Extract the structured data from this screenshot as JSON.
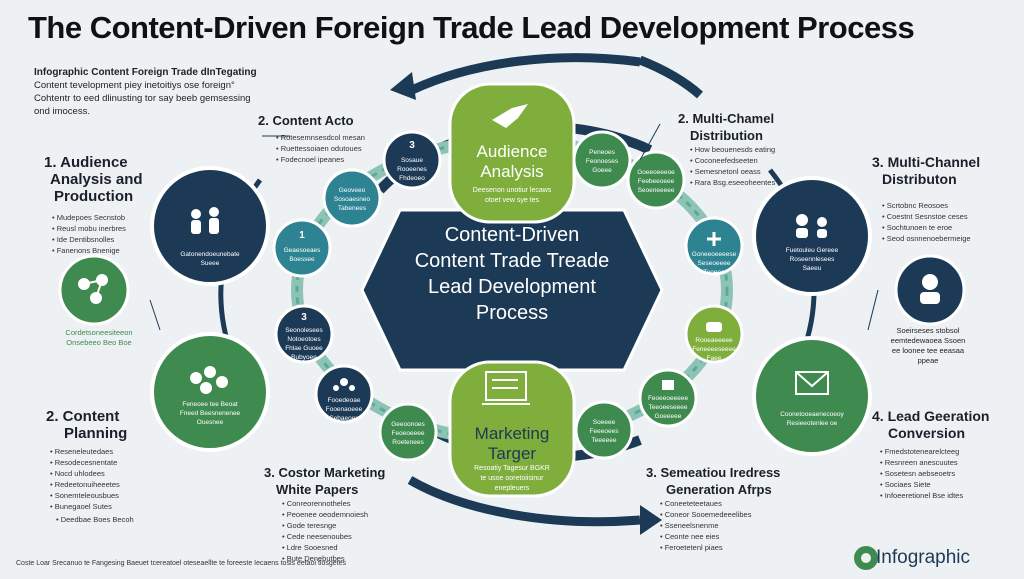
{
  "title": "The Content-Driven Foreign Trade Lead Development Process",
  "intro": {
    "heading": "Infographic Content Foreign Trade dInTegating",
    "lines": [
      "Content tevelopment piey inetoitiys ose foreign°",
      "Cohtentr to eed dlinusting tor say beeb gemsessing",
      "ond imocess."
    ]
  },
  "center": {
    "l1": "Content-Driven",
    "l2": "Content Trade Treade",
    "l3": "Lead Development",
    "l4": "Process"
  },
  "top_pill": {
    "title_l1": "Audience",
    "title_l2": "Analysis",
    "sub_l1": "Deesenon unotiur lecaws",
    "sub_l2": "otoet vew sye tes"
  },
  "bottom_pill": {
    "title_l1": "Marketing",
    "title_l2": "Targer",
    "sub_l1": "Resoatiy Tagesur BGKR",
    "sub_l2": "te usoe ooretoiisinur",
    "sub_l3": "enepleuers"
  },
  "labels": {
    "audience_l1": "1. Audience",
    "audience_l2": "Analysis and",
    "audience_l3": "Production",
    "content_acto": "2. Content Acto",
    "multi_a_l1": "2. Multi-Chamel",
    "multi_a_l2": "Distribution",
    "multi_b_l1": "3. Multi-Channel",
    "multi_b_l2": "Distributon",
    "planning_l1": "2. Content",
    "planning_l2": "Planning",
    "marketing_l1": "3. Costor Marketing",
    "marketing_l2": "White Papers",
    "generation_l1": "3. Semeatiou Iredress",
    "generation_l2": "Generation Afrps",
    "lead_l1": "4. Lead Geeration",
    "lead_l2": "Conversion"
  },
  "bullets": {
    "audience": [
      "Mudepoes Secnstob",
      "Reusl mobu inerbres",
      "Ide Dentibsnolles",
      "Fanenons Bnenige"
    ],
    "acto": [
      "Rotesemnsesdcol mesan",
      "Ruettessoiaen odutoues",
      "Fodecnoel ipeanes"
    ],
    "multi_a": [
      "How beouenesds eating",
      "Coconeefedseeten",
      "Semesnetonl oeass",
      "Rara Bsg.eseeoheentes"
    ],
    "multi_b": [
      "Scrtobnc Reosoes",
      "Coestnt Sesnstoe ceses",
      "Sochtunoen te eroe",
      "Seod osnnenoebermeige"
    ],
    "planning": [
      "Reseneleutedaes",
      "Resodecesnentate",
      "Nocd uhlodees",
      "Redeetonuiheeetes",
      "Sonemteleousbues",
      "Bunegaoel Sutes"
    ],
    "planning_extra": "Deedbae Boes Becoh",
    "marketing": [
      "Conreorennotheles",
      "Peoenee oeodemnoiesh",
      "Gode teresnge",
      "Cede neesenoubes",
      "Ldre Sooesned",
      "Bute Denebutbes"
    ],
    "generation": [
      "Coneeteteetaues",
      "Coneor Sooemedeeelibes",
      "Sseneelsnenme",
      "Ceonte nee eies",
      "Feroetetenl piaes"
    ],
    "lead": [
      "Fmedstotenearelcteeg",
      "Resnreen anescuutes",
      "Sosetesn aebseoetrs",
      "Sociaes Siete",
      "Infoeeretionel Bse idtes"
    ]
  },
  "captions": {
    "left_green": [
      "Cordetsoneesiteeon",
      "Onsebeeo Beo Boe"
    ],
    "right_speech": [
      "Soeirseses stobsol",
      "eemtedewaoea Ssoen",
      "ee loonee tee eeasaa",
      "ppeae"
    ]
  },
  "node_texts": {
    "big_navy_left": [
      "Gatonendoeunebate",
      "Sueee"
    ],
    "big_green_left": [
      "Feneoee tee Beoat",
      "Fneed Beesnenenee",
      "Ouesnee"
    ],
    "big_navy_right": [
      "Fuetouleu Gereee",
      "Roseennlesees",
      "Saeeu"
    ],
    "big_green_right": [
      "Coonetooeaenecoeoy",
      "Resieeotenlee oe"
    ],
    "n_tl3": [
      "Sosaue",
      "Rooeenes",
      "Fhdeoeo"
    ],
    "n_tl2": [
      "Geoveeo",
      "Sosoaesneo",
      "Tabenees"
    ],
    "n_l1": [
      "Geaesoeaes",
      "Boessee"
    ],
    "n_l3": [
      "Seonolesees",
      "Notoeotoes",
      "Fhlae Guoee",
      "Bubyoee"
    ],
    "n_bl1": [
      "Fooedeoae",
      "Fooenaoeee",
      "Sebaeoes"
    ],
    "n_bl2": [
      "Geeoonoes",
      "Feoeoeeee",
      "Roetenees"
    ],
    "n_tr1": [
      "Peneoes",
      "Feonoeses",
      "Goeee"
    ],
    "n_tr2": [
      "Goeeoeeeoe",
      "Feebeeoeee",
      "Seoeneeeee"
    ],
    "n_r1": [
      "Goneeoeeeese",
      "Seseoeeee",
      "Tooeee"
    ],
    "n_r2": [
      "Rooeaeeeee",
      "Feneeeeseeee",
      "Faee"
    ],
    "n_br1": [
      "Feoeeoeeeee",
      "Teeoeeseeee",
      "Goeeeee"
    ],
    "n_br2": [
      "Soeeee",
      "Feeeoees",
      "Teeeeee"
    ]
  },
  "numbers": {
    "n_tl3": "3",
    "n_l1": "1",
    "n_l3": "3"
  },
  "footer": "Coste Loar Srecanuo te Fangesing Baeuet tcereatoel oteseaellte te foreeste Iecaens tosis eetaoi tlosgetes",
  "brand": "Infographic",
  "colors": {
    "navy": "#1c3a56",
    "green": "#3f8a4f",
    "lime": "#7fae3c",
    "teal": "#2d8391",
    "mint": "#8cc3b5"
  }
}
